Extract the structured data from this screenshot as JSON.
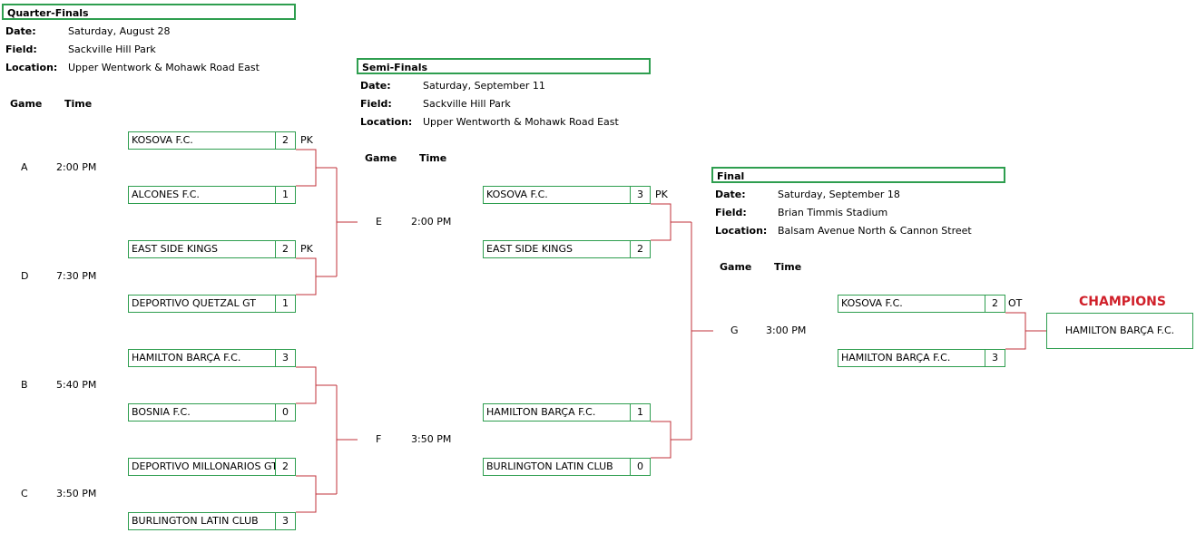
{
  "quarter": {
    "title": "Quarter-Finals",
    "date_label": "Date:",
    "date": "Saturday, August 28",
    "field_label": "Field:",
    "field": "Sackville Hill Park",
    "location_label": "Location:",
    "location": "Upper Wentwork & Mohawk Road East",
    "game_hdr": "Game",
    "time_hdr": "Time",
    "games": [
      {
        "id": "A",
        "time": "2:00 PM"
      },
      {
        "id": "D",
        "time": "7:30 PM"
      },
      {
        "id": "B",
        "time": "5:40 PM"
      },
      {
        "id": "C",
        "time": "3:50 PM"
      }
    ],
    "teams": [
      {
        "name": "KOSOVA F.C.",
        "score": "2",
        "note": "PK"
      },
      {
        "name": "ALCONES F.C.",
        "score": "1",
        "note": ""
      },
      {
        "name": "EAST SIDE KINGS",
        "score": "2",
        "note": "PK"
      },
      {
        "name": "DEPORTIVO QUETZAL GT",
        "score": "1",
        "note": ""
      },
      {
        "name": "HAMILTON BARÇA F.C.",
        "score": "3",
        "note": ""
      },
      {
        "name": "BOSNIA F.C.",
        "score": "0",
        "note": ""
      },
      {
        "name": "DEPORTIVO MILLONARIOS GT",
        "score": "2",
        "note": ""
      },
      {
        "name": "BURLINGTON LATIN CLUB",
        "score": "3",
        "note": ""
      }
    ]
  },
  "semi": {
    "title": "Semi-Finals",
    "date_label": "Date:",
    "date": "Saturday, September 11",
    "field_label": "Field:",
    "field": "Sackville Hill Park",
    "location_label": "Location:",
    "location": "Upper Wentworth & Mohawk Road East",
    "game_hdr": "Game",
    "time_hdr": "Time",
    "games": [
      {
        "id": "E",
        "time": "2:00 PM"
      },
      {
        "id": "F",
        "time": "3:50 PM"
      }
    ],
    "teams": [
      {
        "name": "KOSOVA F.C.",
        "score": "3",
        "note": "PK"
      },
      {
        "name": "EAST SIDE KINGS",
        "score": "2",
        "note": ""
      },
      {
        "name": "HAMILTON BARÇA F.C.",
        "score": "1",
        "note": ""
      },
      {
        "name": "BURLINGTON LATIN CLUB",
        "score": "0",
        "note": ""
      }
    ]
  },
  "final": {
    "title": "Final",
    "date_label": "Date:",
    "date": "Saturday, September 18",
    "field_label": "Field:",
    "field": "Brian Timmis Stadium",
    "location_label": "Location:",
    "location": "Balsam Avenue North & Cannon Street",
    "game_hdr": "Game",
    "time_hdr": "Time",
    "games": [
      {
        "id": "G",
        "time": "3:00 PM"
      }
    ],
    "teams": [
      {
        "name": "KOSOVA F.C.",
        "score": "2",
        "note": "OT"
      },
      {
        "name": "HAMILTON BARÇA F.C.",
        "score": "3",
        "note": ""
      }
    ]
  },
  "champions": {
    "label": "CHAMPIONS",
    "team": "HAMILTON BARÇA F.C."
  },
  "colors": {
    "box_border": "#2e9e4f",
    "bracket_line": "#c0303a",
    "champions_text": "#d0202a"
  }
}
